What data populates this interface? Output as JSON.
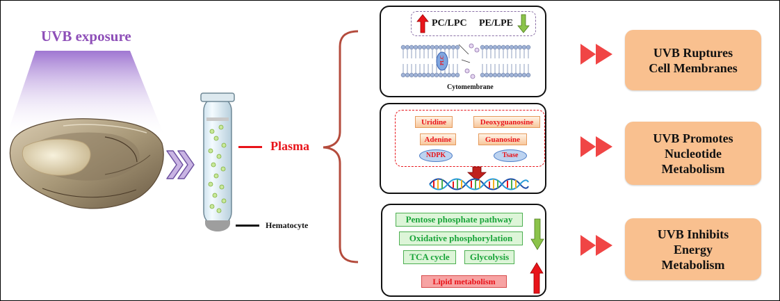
{
  "left": {
    "exposure_label": "UVB exposure",
    "plasma_label": "Plasma",
    "hematocyte_label": "Hematocyte"
  },
  "panel1": {
    "up_label": "PC/LPC",
    "down_label": "PE/LPE",
    "plc_label": "PLC",
    "membrane_label": "Cytomembrane"
  },
  "panel2": {
    "chips": {
      "uridine": "Uridine",
      "deoxyguanosine": "Deoxyguanosine",
      "adenine": "Adenine",
      "guanosine": "Guanosine",
      "ndpk": "NDPK",
      "tsase": "Tsase"
    }
  },
  "panel3": {
    "down_items": {
      "pentose": "Pentose phosphate pathway",
      "oxphos": "Oxidative phosphorylation",
      "tca": "TCA cycle",
      "glycolysis": "Glycolysis"
    },
    "up_items": {
      "lipid": "Lipid metabolism"
    }
  },
  "results": {
    "r1": "UVB Ruptures\nCell Membranes",
    "r2": "UVB Promotes\nNucleotide\nMetabolism",
    "r3": "UVB Inhibits\nEnergy\nMetabolism"
  },
  "colors": {
    "exposure": "#8e4fb8",
    "red": "#e8141a",
    "green": "#1aa43a",
    "result_bg": "#f9c08f",
    "brace": "#b44b3c",
    "arrow_red": "#f04545"
  }
}
